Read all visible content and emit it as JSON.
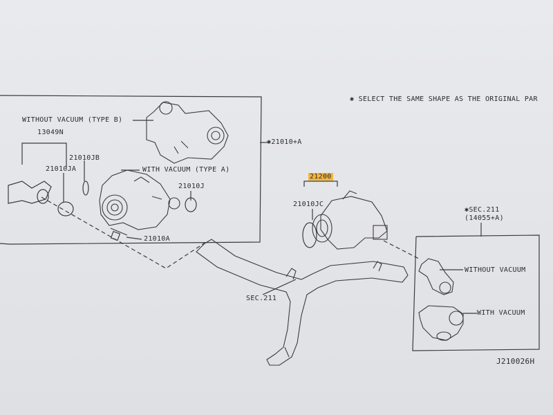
{
  "note": "SELECT THE SAME SHAPE AS THE ORIGINAL PAR",
  "note_symbol": "✱",
  "colors": {
    "highlight": "#f4b63c",
    "line": "#3a3a40"
  },
  "left_box": {
    "label_type_b": "WITHOUT VACUUM (TYPE B)",
    "label_type_a": "WITH VACUUM (TYPE A)",
    "part_13049n": "13049N",
    "part_21010jb": "21010JB",
    "part_21010ja": "21010JA",
    "part_21010j": "21010J",
    "part_21010a": "21010A",
    "ref_21010a": "✱21010+A"
  },
  "center": {
    "part_21200": "21200",
    "part_21010jc": "21010JC",
    "sec_211": "SEC.211"
  },
  "right_box": {
    "sec_211": "✱SEC.211",
    "sec_14055a": "(14055+A)",
    "without_vacuum": "WITHOUT VACUUM",
    "with_vacuum": "WITH VACUUM"
  },
  "drawing_id": "J210026H",
  "icons": [
    "water-pump-type-b-icon",
    "water-pump-type-a-icon",
    "water-pump-21200-icon",
    "water-outlet-pipe-icon",
    "hose-without-vacuum-icon",
    "hose-with-vacuum-icon",
    "bolt-icon",
    "o-ring-icon"
  ]
}
